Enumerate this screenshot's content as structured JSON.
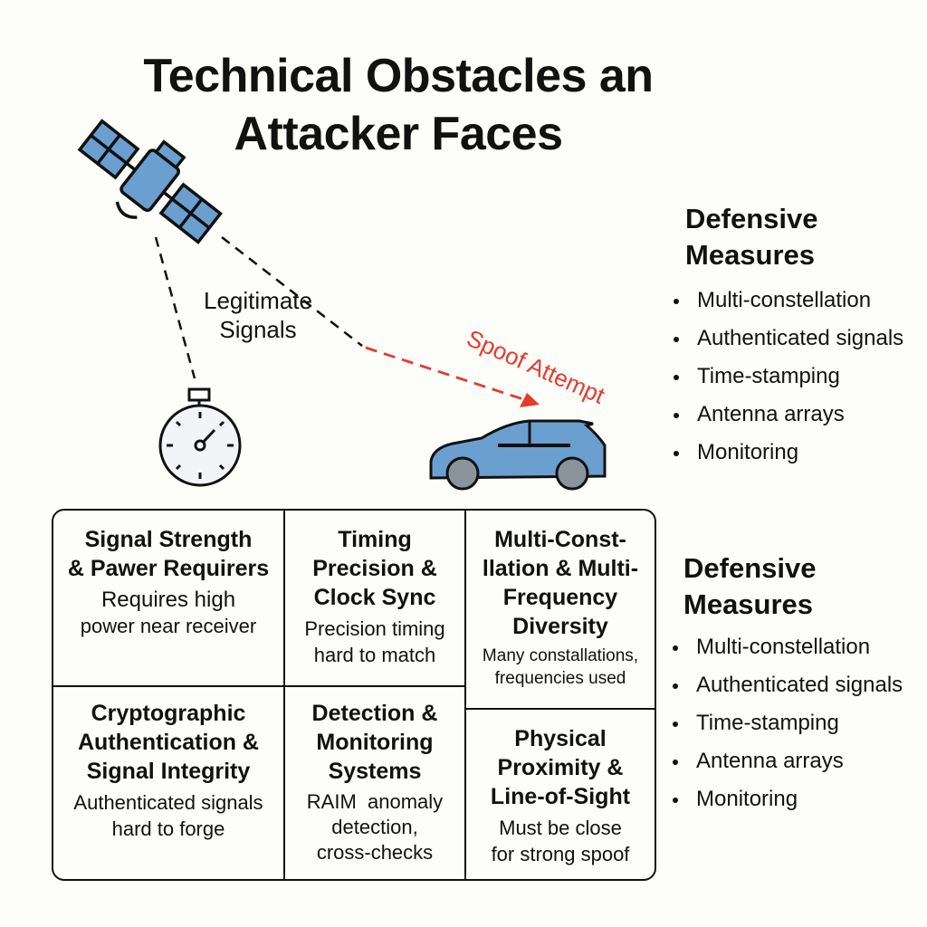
{
  "title": {
    "line1": "Technical Obstacles an",
    "line2": "Attacker Faces"
  },
  "diagram": {
    "legit_label": {
      "line1": "Legitimate",
      "line2": "Signals"
    },
    "spoof_label": "Spoof Attempt",
    "colors": {
      "spoof": "#e53a2f",
      "device_blue": "#6a9fcf"
    }
  },
  "defensive_top": {
    "heading": {
      "line1": "Defensive",
      "line2": "Measures"
    },
    "items": [
      "Multi-constellation",
      "Authenticated signals",
      "Time-stamping",
      "Antenna arrays",
      "Monitoring"
    ]
  },
  "defensive_bottom": {
    "heading": {
      "line1": "Defensive",
      "line2": "Measures"
    },
    "items": [
      "Multi-constellation",
      "Authenticated signals",
      "Time-stamping",
      "Antenna arrays",
      "Monitoring"
    ]
  },
  "obstacles": [
    {
      "title": [
        "Signal Strength",
        "& Pawer Requirers"
      ],
      "body": [
        "Requires high",
        "power near receiver"
      ]
    },
    {
      "title": [
        "Timing",
        "Precision &",
        "Clock Sync"
      ],
      "body": [
        "Precision timing",
        "hard to match"
      ]
    },
    {
      "title": [
        "Multi-Const-",
        "llation & Multi-",
        "Frequency",
        "Diversity"
      ],
      "body": [
        "Many constallations,",
        "frequencies used"
      ]
    },
    {
      "title": [
        "Cryptographic",
        "Authentication &",
        "Signal Integrity"
      ],
      "body": [
        "Authenticated signals",
        "hard to forge"
      ]
    },
    {
      "title": [
        "Detection &",
        "Monitoring",
        "Systems"
      ],
      "body": [
        "RAIM  anomaly",
        "detection,",
        "cross-checks"
      ]
    },
    {
      "title": [
        "Physical",
        "Proximity &",
        "Line-of-Sight"
      ],
      "body": [
        "Must be close",
        "for strong spoof"
      ]
    }
  ]
}
